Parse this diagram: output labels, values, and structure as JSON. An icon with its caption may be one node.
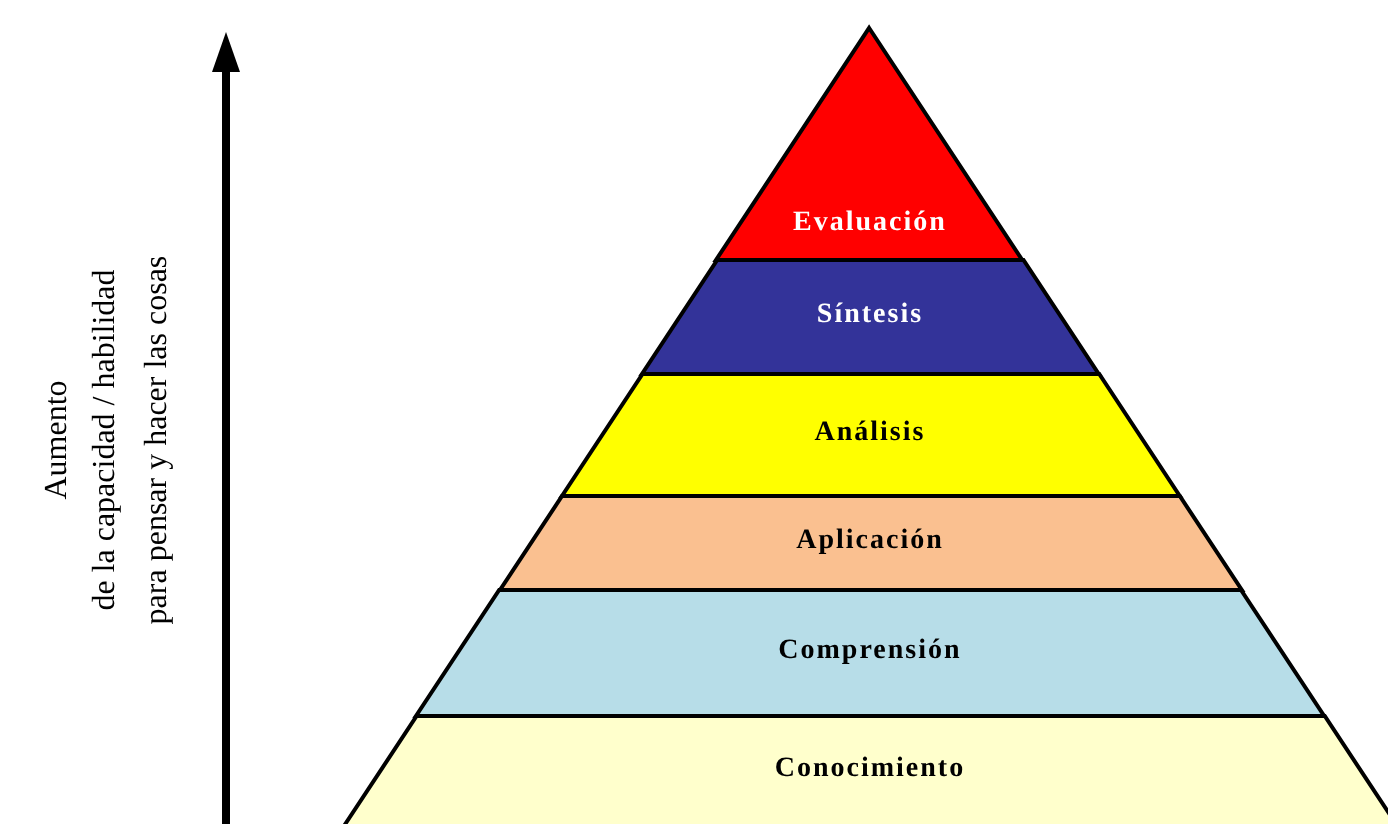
{
  "diagram": {
    "nodes": [
      {
        "text": [
          "Evaluación"
        ]
      },
      {
        "text": [
          "Síntesis"
        ]
      },
      {
        "text": [
          "Análisis"
        ]
      },
      {
        "text": [
          "Aplicación"
        ]
      },
      {
        "text": [
          "Comprensión"
        ]
      },
      {
        "text": [
          "Conocimiento"
        ]
      }
    ],
    "labels": [
      "Aumento",
      "de la capacidad / habilidad",
      "para pensar y hacer las cosas"
    ]
  }
}
